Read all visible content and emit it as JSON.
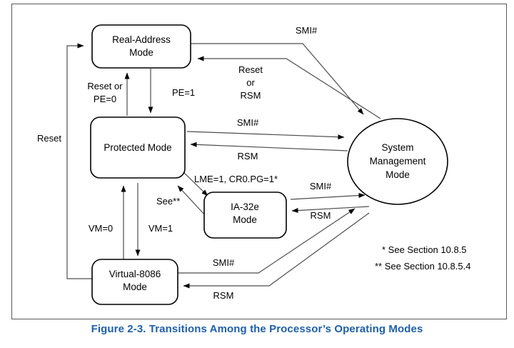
{
  "figure": {
    "caption": "Figure 2-3.  Transitions Among the Processor’s Operating Modes",
    "caption_color": "#1f5fa9",
    "border_color": "#595959"
  },
  "nodes": [
    {
      "id": "real-address-mode",
      "line1": "Real-Address",
      "line2": "Mode",
      "shape": "rounded-rect"
    },
    {
      "id": "protected-mode",
      "line1": "Protected Mode",
      "line2": "",
      "shape": "rounded-rect"
    },
    {
      "id": "ia32e-mode",
      "line1": "IA-32e",
      "line2": "Mode",
      "shape": "rounded-rect"
    },
    {
      "id": "virtual-8086-mode",
      "line1": "Virtual-8086",
      "line2": "Mode",
      "shape": "rounded-rect"
    },
    {
      "id": "system-management-mode",
      "line1": "System",
      "line2": "Management",
      "line3": "Mode",
      "shape": "ellipse"
    }
  ],
  "edges": {
    "smi_top": "SMI#",
    "reset_or_rsm_1": "Reset",
    "reset_or_rsm_2": "or",
    "reset_or_rsm_3": "RSM",
    "reset_or_1": "Reset or",
    "reset_or_2": "PE=0",
    "pe_1": "PE=1",
    "reset_left": "Reset",
    "smi_protected": "SMI#",
    "rsm_protected": "RSM",
    "lme_cr0pg": "LME=1, CR0.PG=1*",
    "see_doublestar": "See**",
    "smi_ia32e": "SMI#",
    "rsm_ia32e": "RSM",
    "vm_0": "VM=0",
    "vm_1": "VM=1",
    "smi_vm8086": "SMI#",
    "rsm_vm8086": "RSM"
  },
  "footnotes": {
    "line1": "* See Section 10.8.5",
    "line2": "** See Section 10.8.5.4"
  }
}
